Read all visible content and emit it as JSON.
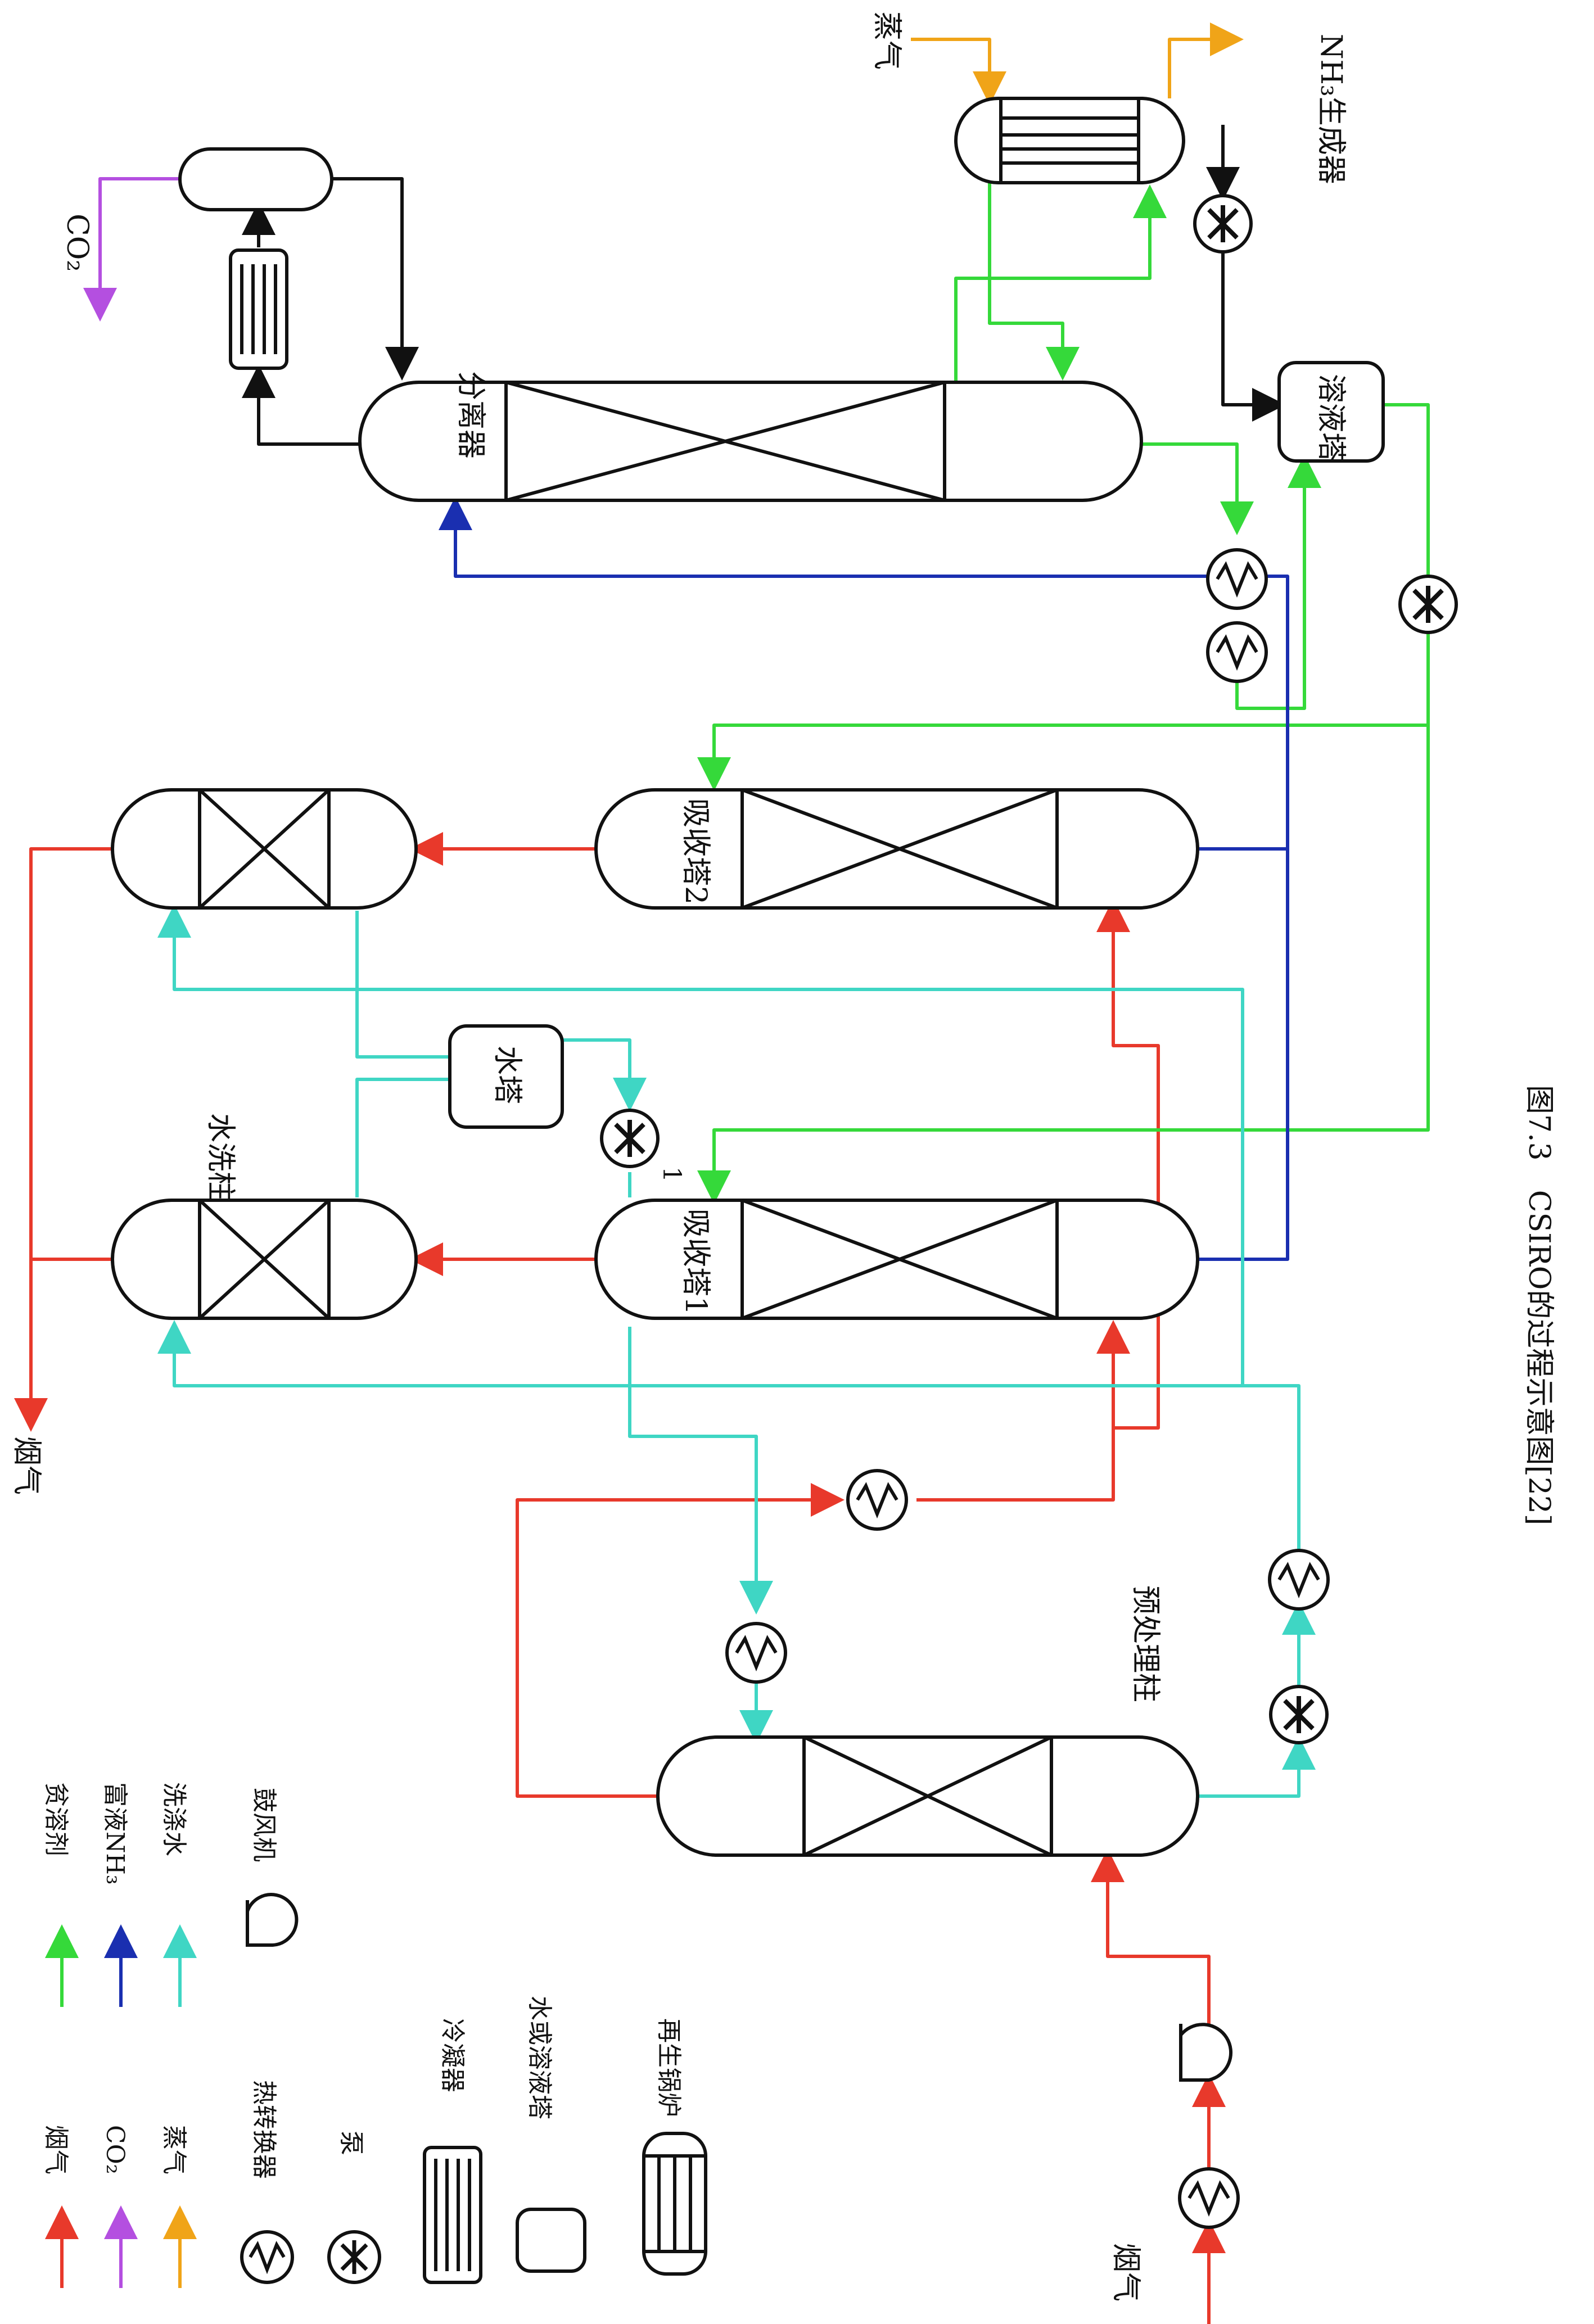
{
  "labels": {
    "separator": "分离器",
    "absorber_2": "吸收塔2",
    "absorber_1": "吸收塔1",
    "water_wash": "水洗柱",
    "water_tank": "水塔",
    "solution_tank": "溶液塔",
    "pretreatment": "预处理柱",
    "nh3_generator": "NH₃生成器",
    "steam_top": "蒸气",
    "co2_top": "CO₂",
    "flue_gas_out": "烟气",
    "flue_gas_in": "烟气",
    "pump_tag": "1"
  },
  "legend": {
    "flue_gas": "烟气",
    "co2": "CO₂",
    "steam": "蒸气",
    "lean_solvent": "贫溶剂",
    "rich_nh3": "富液NH₃",
    "wash_water": "洗涤水",
    "heat_exchanger": "热转换器",
    "pump": "泵",
    "condenser": "冷凝器",
    "tank": "水或溶液塔",
    "reboiler": "再生锅炉",
    "blower": "鼓风机"
  },
  "caption": "图7.3　CSIRO的过程示意图[22]",
  "colors": {
    "flue_gas": "#e8392b",
    "co2": "#b44fe0",
    "steam": "#f0a418",
    "lean_solvent": "#35d93a",
    "rich_nh3": "#1a2fb0",
    "wash_water": "#3fd6c4",
    "outline": "#111111"
  }
}
